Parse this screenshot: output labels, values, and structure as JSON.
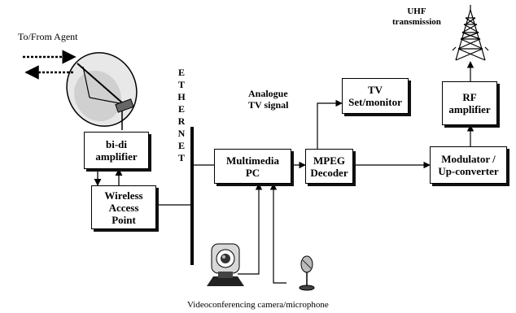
{
  "diagram": {
    "top_fragment": "...Dish ... Wireless ... Agent ... signal ... TV ... UHF",
    "labels": {
      "to_from_agent": "To/From Agent",
      "uhf_transmission": "UHF\ntransmission",
      "analogue_tv": "Analogue\nTV signal",
      "ethernet": [
        "E",
        "T",
        "H",
        "E",
        "R",
        "N",
        "E",
        "T"
      ],
      "caption": "Videoconferencing camera/microphone"
    },
    "boxes": {
      "bidi": "bi-di\namplifier",
      "wap": "Wireless\nAccess\nPoint",
      "pc": "Multimedia\nPC",
      "mpeg": "MPEG\nDecoder",
      "tv": "TV\nSet/monitor",
      "modulator": "Modulator /\nUp-converter",
      "rf": "RF\namplifier"
    },
    "icons": [
      "satellite-dish-icon",
      "transmission-tower-icon",
      "webcam-icon",
      "microphone-icon"
    ]
  }
}
